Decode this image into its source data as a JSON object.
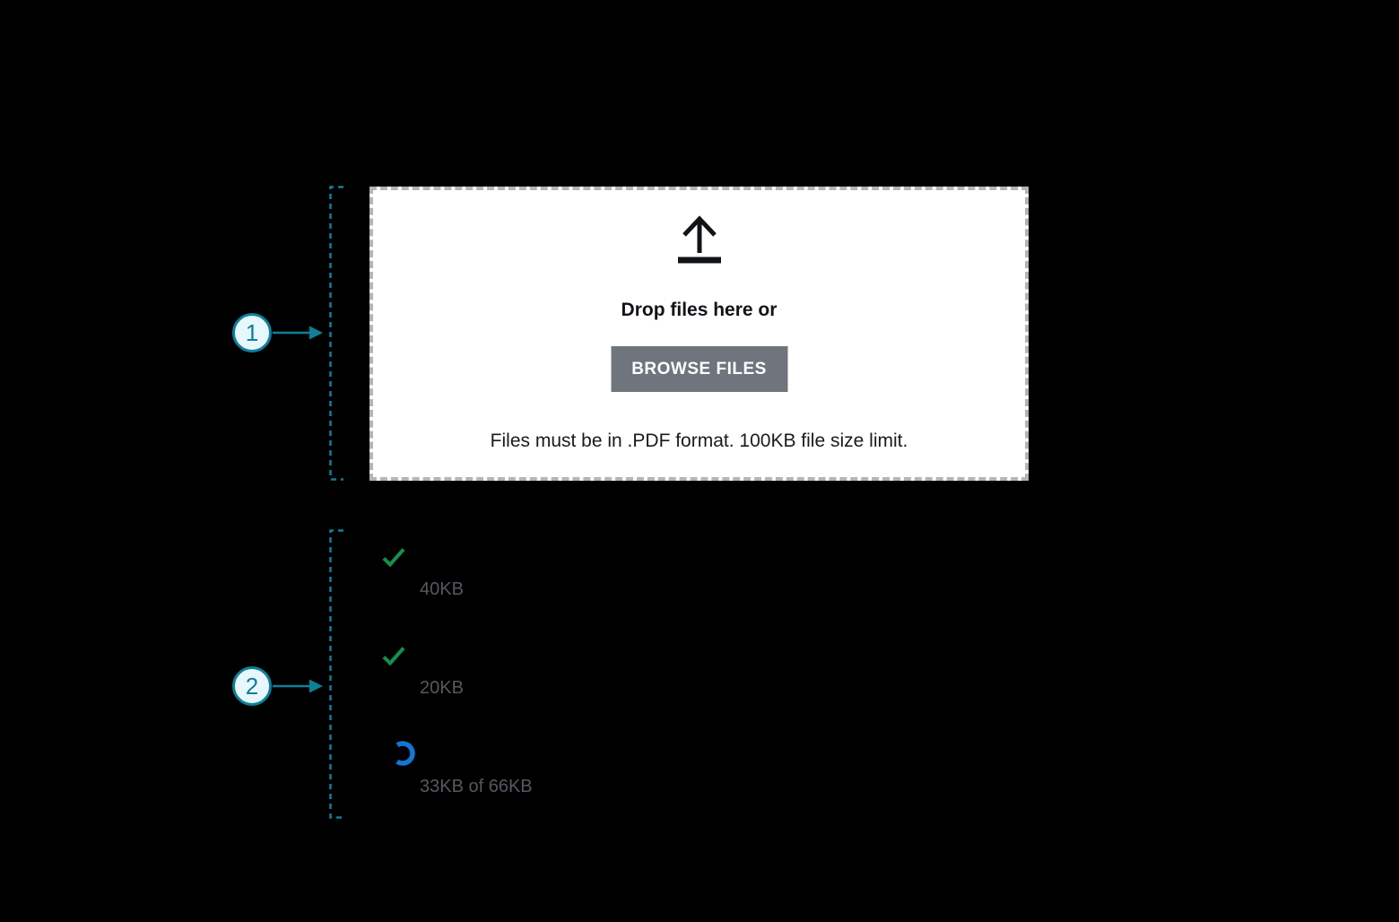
{
  "canvas": {
    "background": "#000000"
  },
  "annotations": {
    "accent_color": "#0d7f9b",
    "callouts": [
      {
        "number": "1"
      },
      {
        "number": "2"
      }
    ]
  },
  "dropzone": {
    "icon": "upload-arrow-icon",
    "title": "Drop files here or",
    "button_label": "BROWSE FILES",
    "hint": "Files must be in .PDF format. 100KB file size limit.",
    "button_color": "#70757d",
    "border_color": "#b4b4b4",
    "background": "#ffffff"
  },
  "upload_list": {
    "success_color": "#12914e",
    "progress_color": "#1575d3",
    "label_color": "#55595f",
    "items": [
      {
        "status": "complete",
        "icon": "checkmark-icon",
        "size_label": "40KB"
      },
      {
        "status": "complete",
        "icon": "checkmark-icon",
        "size_label": "20KB"
      },
      {
        "status": "uploading",
        "icon": "spinner-icon",
        "size_label": "33KB of 66KB"
      }
    ]
  }
}
